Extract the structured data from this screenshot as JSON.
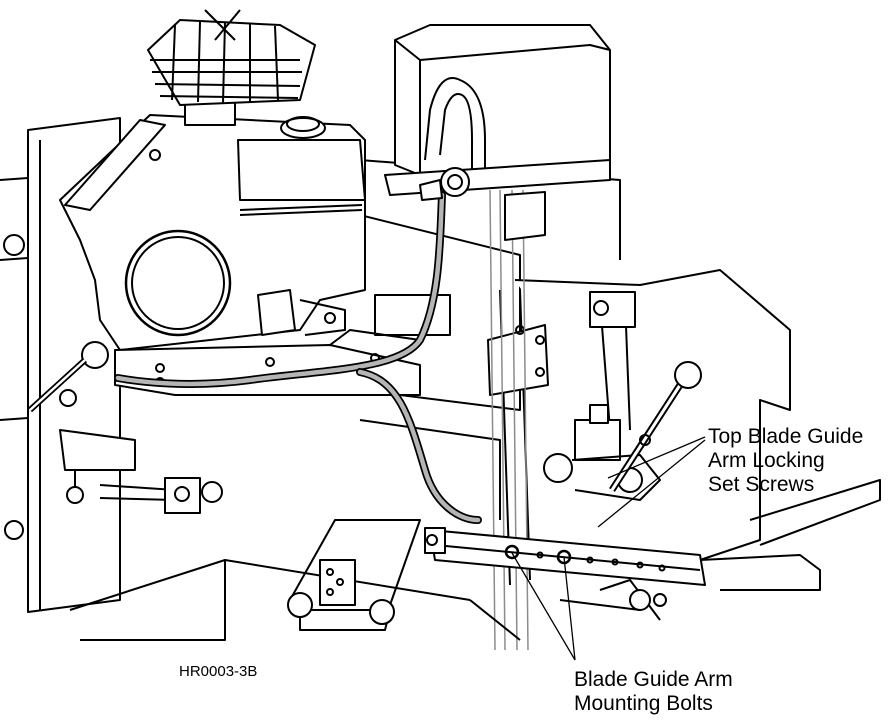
{
  "figure_id": "HR0003-3B",
  "callouts": {
    "top": [
      "Top Blade Guide",
      "Arm Locking",
      "Set Screws"
    ],
    "bottom": [
      "Blade Guide Arm",
      "Mounting Bolts"
    ]
  },
  "colors": {
    "line": "#000000",
    "fill": "#ffffff",
    "hose": "#b5b5b5",
    "blade": "#8c8c8c"
  }
}
